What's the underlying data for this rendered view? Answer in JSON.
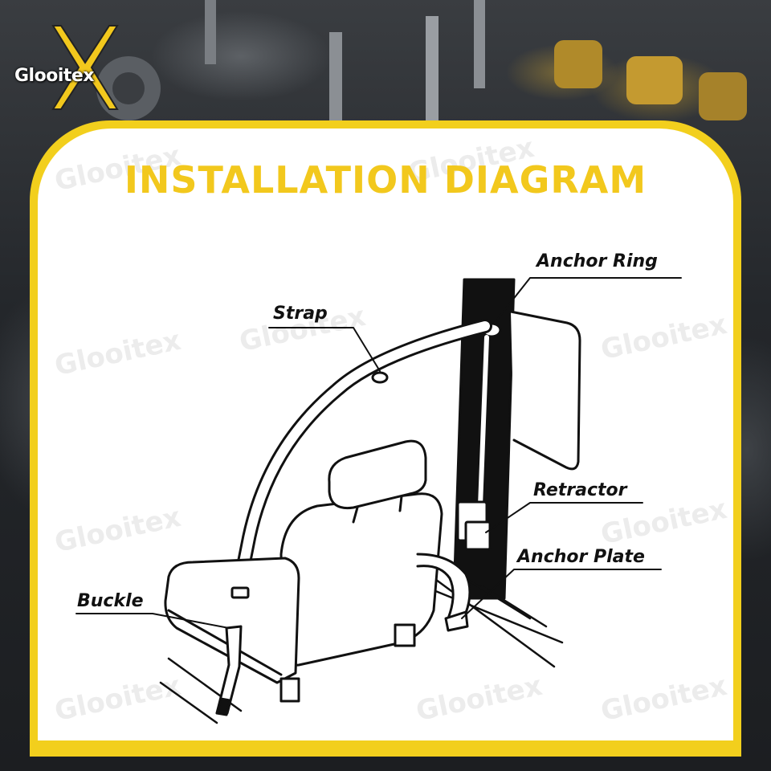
{
  "brand": {
    "name": "Glooitex"
  },
  "title": "INSTALLATION DIAGRAM",
  "watermark_text": "Glooitex",
  "labels": {
    "strap": "Strap",
    "anchor_ring": "Anchor Ring",
    "retractor": "Retractor",
    "anchor_plate": "Anchor Plate",
    "buckle": "Buckle"
  },
  "colors": {
    "accent_yellow": "#f2c81d",
    "line": "#111111",
    "card": "#ffffff"
  }
}
